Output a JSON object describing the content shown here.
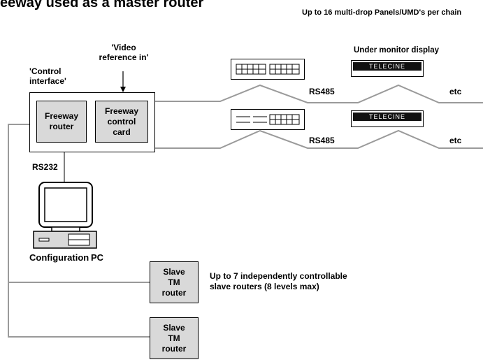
{
  "heading": "eeway used as a master router",
  "chain_note": "Up to 16 multi-drop Panels/UMD's per chain",
  "umd_heading": "Under monitor display",
  "control_interface_label": "'Control interface'",
  "video_reference_label": "'Video reference in'",
  "freeway_router": "Freeway router",
  "freeway_control_card": "Freeway control card",
  "rs485_label": "RS485",
  "etc_label": "etc",
  "umd_text": "TELECINE",
  "rs232_label": "RS232",
  "configuration_label": "Configuration",
  "pc_label": "PC",
  "slave_router_label": "Slave TM router",
  "slave_note": "Up to 7 independently controllable slave routers (8 levels max)",
  "colors": {
    "box_fill": "#d9d9d9",
    "line_grey": "#9a9a9a",
    "umd_fill": "#111111"
  }
}
